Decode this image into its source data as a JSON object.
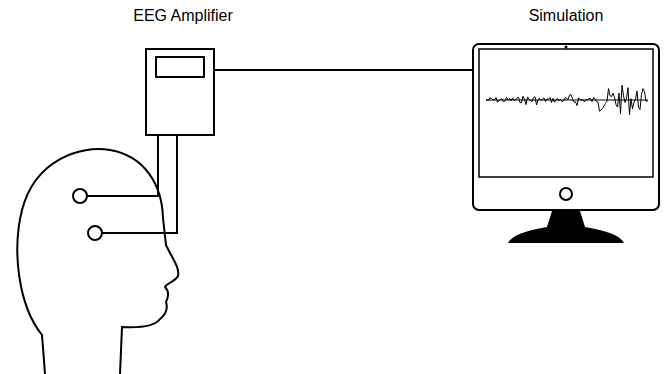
{
  "diagram": {
    "nodes": [
      {
        "text": [
          "EEG Amplifier"
        ]
      },
      {
        "text": [
          "Simulation"
        ]
      }
    ],
    "edges": [
      {
        "from": 0,
        "to": 1,
        "arrow": "none"
      }
    ]
  }
}
